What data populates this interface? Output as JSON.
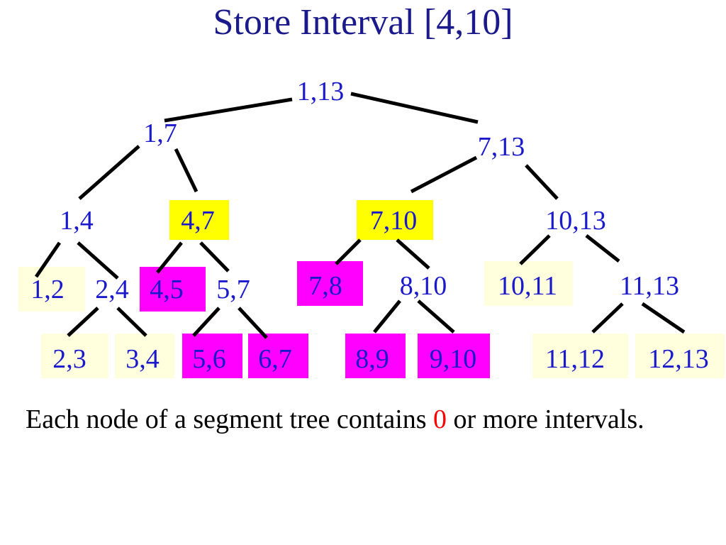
{
  "title": "Store Interval [4,10]",
  "colors": {
    "title": "#1a1a8c",
    "node_text": "#1a1acc",
    "edge": "#000000",
    "highlight_yellow": "#ffff00",
    "highlight_magenta": "#ff00ff",
    "leaf_box": "#ffffdd",
    "caption_highlight": "#ff0000"
  },
  "tree": {
    "nodes": [
      {
        "id": "n1-13",
        "label": "1,13",
        "fill": "none"
      },
      {
        "id": "n1-7",
        "label": "1,7",
        "fill": "none"
      },
      {
        "id": "n7-13",
        "label": "7,13",
        "fill": "none"
      },
      {
        "id": "n1-4",
        "label": "1,4",
        "fill": "none"
      },
      {
        "id": "n4-7",
        "label": "4,7",
        "fill": "yellow"
      },
      {
        "id": "n7-10",
        "label": "7,10",
        "fill": "yellow"
      },
      {
        "id": "n10-13",
        "label": "10,13",
        "fill": "none"
      },
      {
        "id": "n1-2",
        "label": "1,2",
        "fill": "leaf"
      },
      {
        "id": "n2-4",
        "label": "2,4",
        "fill": "none"
      },
      {
        "id": "n4-5",
        "label": "4,5",
        "fill": "magenta"
      },
      {
        "id": "n5-7",
        "label": "5,7",
        "fill": "none"
      },
      {
        "id": "n7-8",
        "label": "7,8",
        "fill": "magenta"
      },
      {
        "id": "n8-10",
        "label": "8,10",
        "fill": "none"
      },
      {
        "id": "n10-11",
        "label": "10,11",
        "fill": "leaf"
      },
      {
        "id": "n11-13",
        "label": "11,13",
        "fill": "none"
      },
      {
        "id": "n2-3",
        "label": "2,3",
        "fill": "leaf"
      },
      {
        "id": "n3-4",
        "label": "3,4",
        "fill": "leaf"
      },
      {
        "id": "n5-6",
        "label": "5,6",
        "fill": "magenta"
      },
      {
        "id": "n6-7",
        "label": "6,7",
        "fill": "magenta"
      },
      {
        "id": "n8-9",
        "label": "8,9",
        "fill": "magenta"
      },
      {
        "id": "n9-10",
        "label": "9,10",
        "fill": "magenta"
      },
      {
        "id": "n11-12",
        "label": "11,12",
        "fill": "leaf"
      },
      {
        "id": "n12-13",
        "label": "12,13",
        "fill": "leaf"
      }
    ],
    "edges": [
      [
        "n1-13",
        "n1-7"
      ],
      [
        "n1-13",
        "n7-13"
      ],
      [
        "n1-7",
        "n1-4"
      ],
      [
        "n1-7",
        "n4-7"
      ],
      [
        "n7-13",
        "n7-10"
      ],
      [
        "n7-13",
        "n10-13"
      ],
      [
        "n1-4",
        "n1-2"
      ],
      [
        "n1-4",
        "n2-4"
      ],
      [
        "n4-7",
        "n4-5"
      ],
      [
        "n4-7",
        "n5-7"
      ],
      [
        "n7-10",
        "n7-8"
      ],
      [
        "n7-10",
        "n8-10"
      ],
      [
        "n10-13",
        "n10-11"
      ],
      [
        "n10-13",
        "n11-13"
      ],
      [
        "n2-4",
        "n2-3"
      ],
      [
        "n2-4",
        "n3-4"
      ],
      [
        "n5-7",
        "n5-6"
      ],
      [
        "n5-7",
        "n6-7"
      ],
      [
        "n8-10",
        "n8-9"
      ],
      [
        "n8-10",
        "n9-10"
      ],
      [
        "n11-13",
        "n11-12"
      ],
      [
        "n11-13",
        "n12-13"
      ]
    ]
  },
  "caption": {
    "before": "Each node of a segment tree contains ",
    "highlight": "0",
    "after": " or more intervals."
  }
}
